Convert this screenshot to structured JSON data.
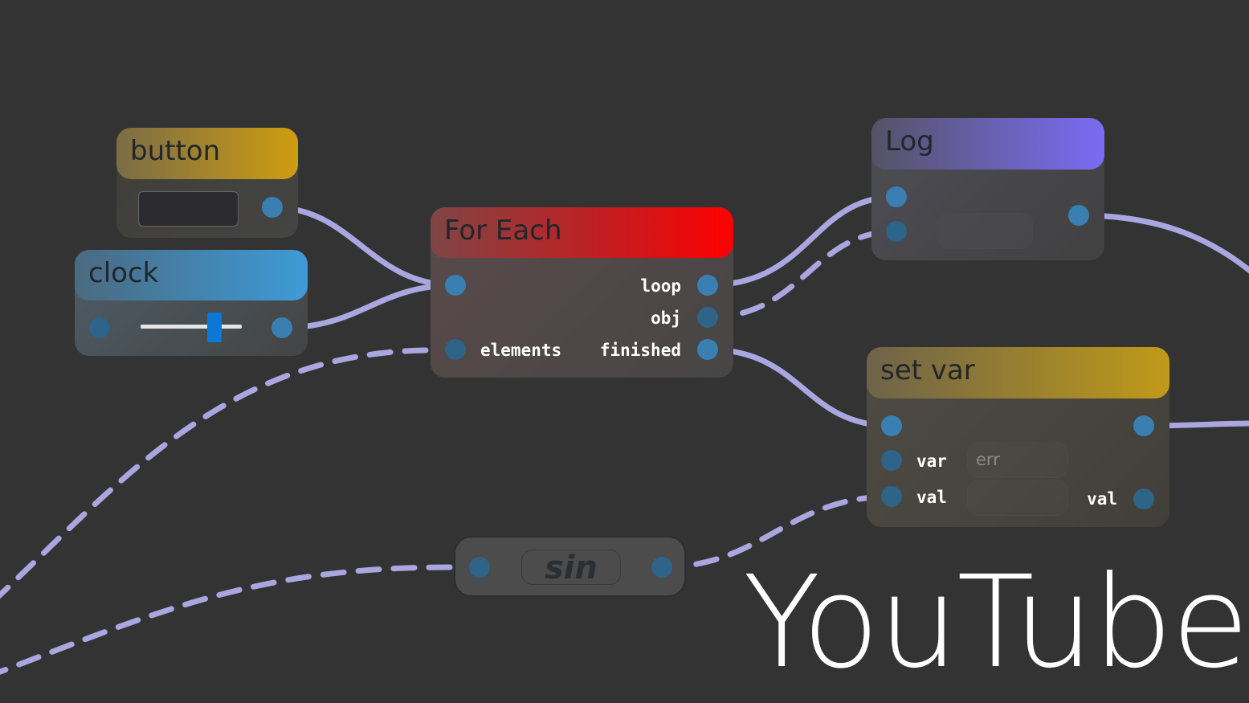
{
  "nodes": {
    "button": {
      "title": "button",
      "color": "#cf9d10"
    },
    "clock": {
      "title": "clock",
      "slider_fraction": 0.73,
      "color": "#3d9bd8"
    },
    "for_each": {
      "title": "For Each",
      "outputs": {
        "loop": "loop",
        "obj": "obj",
        "finished": "finished"
      },
      "inputs": {
        "elements": "elements"
      },
      "color": "#ff0000"
    },
    "log": {
      "title": "Log",
      "color": "#7a6cf5"
    },
    "set_var": {
      "title": "set var",
      "inputs": {
        "var": "var",
        "val": "val"
      },
      "outputs": {
        "val": "val"
      },
      "var_placeholder": "err",
      "color": "#c09a18"
    },
    "sin": {
      "title": "sin"
    }
  },
  "wire_color": "#a9a6e0",
  "port_color": "#3a7fb1",
  "watermark": "YouTube"
}
